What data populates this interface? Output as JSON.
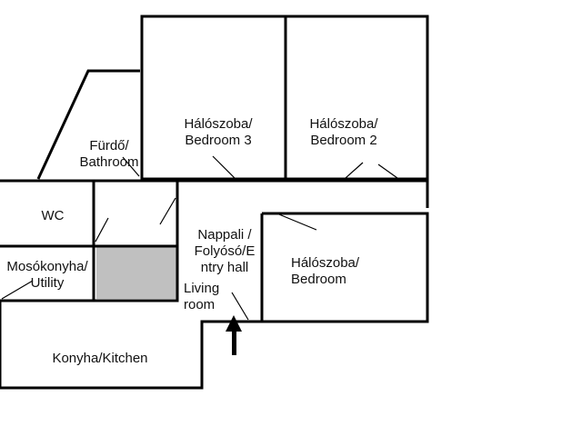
{
  "rooms": {
    "bathroom": [
      "Fürdő/",
      "Bathroom"
    ],
    "bedroom3": [
      "Hálószoba/",
      "Bedroom 3"
    ],
    "bedroom2": [
      "Hálószoba/",
      "Bedroom 2"
    ],
    "wc": "WC",
    "utility": [
      "Mosókonyha/",
      "Utility"
    ],
    "hall": [
      "Nappali /",
      "Folyósó/E",
      "ntry hall"
    ],
    "living": [
      "Living",
      "room"
    ],
    "bedroom": [
      "Hálószoba/",
      "Bedroom"
    ],
    "kitchen": "Konyha/Kitchen"
  },
  "colors": {
    "wall": "#000000",
    "shaded": "#c0c0c0",
    "background": "#ffffff"
  },
  "icons": {
    "entrance": "arrow-up-icon"
  }
}
